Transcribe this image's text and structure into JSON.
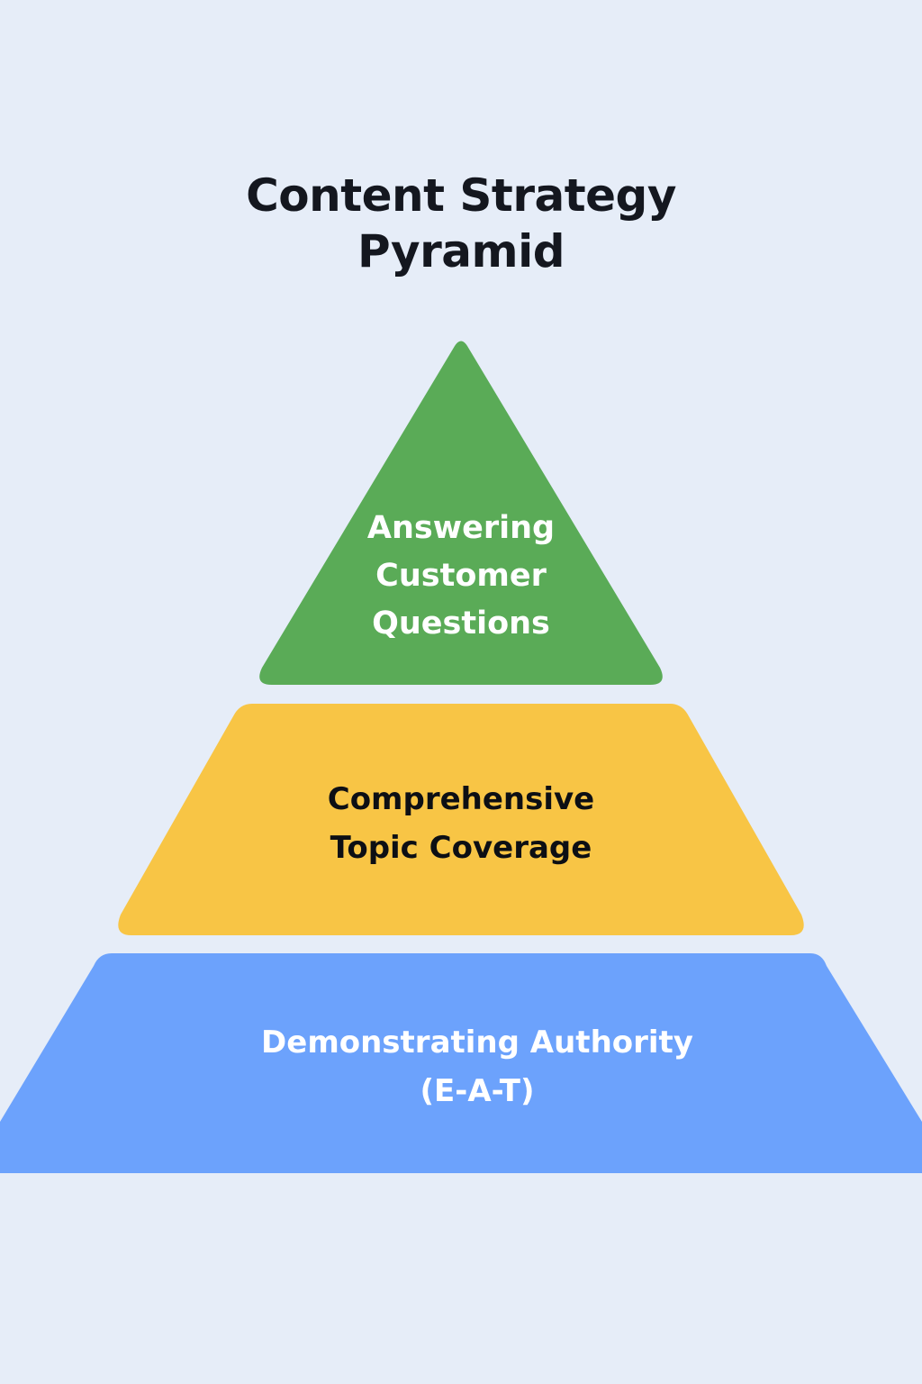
{
  "title": {
    "line1": "Content Strategy",
    "line2": "Pyramid"
  },
  "tiers": [
    {
      "level": "top",
      "lines": [
        "Answering",
        "Customer",
        "Questions"
      ],
      "color": "#5aab57",
      "text_color": "#ffffff"
    },
    {
      "level": "middle",
      "lines": [
        "Comprehensive",
        "Topic Coverage"
      ],
      "color": "#f8c545",
      "text_color": "#0d0f14"
    },
    {
      "level": "bottom",
      "lines": [
        "Demonstrating Authority",
        "(E-A-T)"
      ],
      "color": "#6ca2fc",
      "text_color": "#ffffff"
    }
  ],
  "background_color": "#e6edf8"
}
